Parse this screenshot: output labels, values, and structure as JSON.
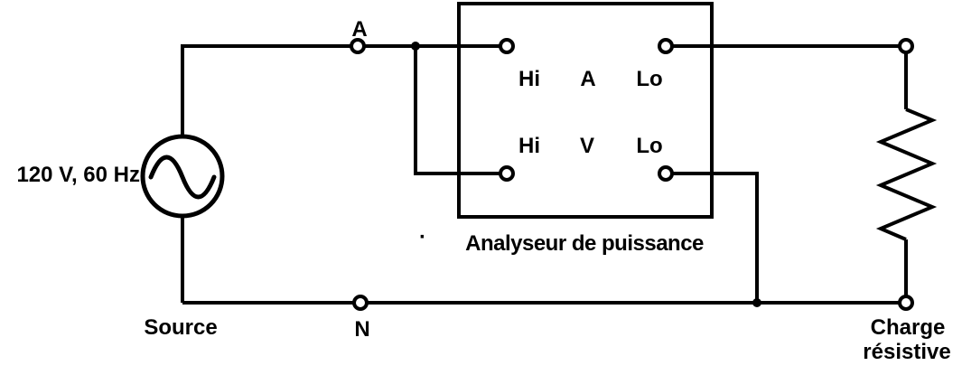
{
  "source": {
    "rating": "120 V, 60 Hz",
    "label": "Source"
  },
  "line_terminals": {
    "phase": "A",
    "neutral": "N"
  },
  "analyzer": {
    "name": "Analyseur de puissance",
    "stray_dot": "·",
    "current_row": {
      "hi": "Hi",
      "quantity": "A",
      "lo": "Lo"
    },
    "voltage_row": {
      "hi": "Hi",
      "quantity": "V",
      "lo": "Lo"
    }
  },
  "load": {
    "label_line1": "Charge",
    "label_line2": "résistive"
  },
  "icons": {
    "source_symbol": "ac-sine-source-icon",
    "load_symbol": "resistor-zigzag-icon"
  },
  "colors": {
    "ink": "#000000",
    "background": "#ffffff"
  }
}
